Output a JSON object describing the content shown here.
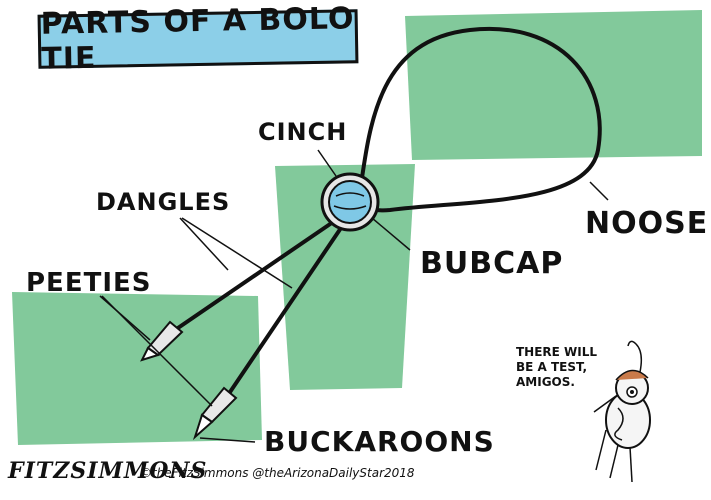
{
  "title": "PARTS OF A BOLO TIE",
  "labels": {
    "cinch": "CINCH",
    "dangles": "DANGLES",
    "peeties": "PEETIES",
    "bubcap": "BUBCAP",
    "noose": "NOOSE",
    "buckaroons": "BUCKAROONS"
  },
  "speech_bubble": "THERE WILL\nBE A TEST,\nAMIGOS.",
  "signature": "FITZSIMMONS",
  "credit": "©theFitzSimmons @theArizonaDailyStar2018",
  "colors": {
    "background": "#ffffff",
    "green_panels": "#82c99b",
    "title_box": "#8ccfe8",
    "bubcap_stone": "#7fc8e6",
    "ink": "#111111"
  }
}
